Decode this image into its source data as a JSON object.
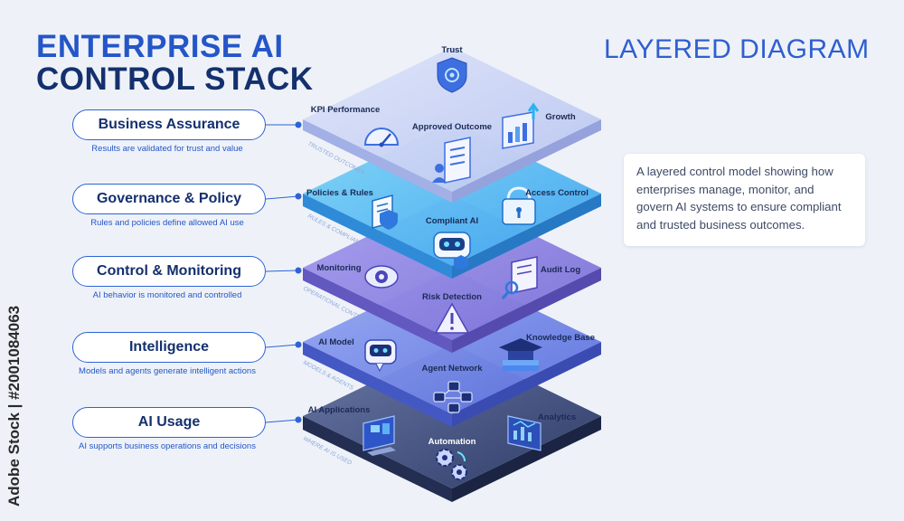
{
  "header": {
    "title_line1": "ENTERPRISE AI",
    "title_line2": "CONTROL STACK",
    "diagram_type": "LAYERED DIAGRAM"
  },
  "description": "A layered control model showing how enterprises manage, monitor, and govern AI systems to ensure compliant and trusted business outcomes.",
  "layers": [
    {
      "label": "Business Assurance",
      "sub": "Results are validated for trust and value",
      "side": "TRUSTED OUTCOMES"
    },
    {
      "label": "Governance & Policy",
      "sub": "Rules and policies define allowed AI use",
      "side": "RULES & COMPLIANCE"
    },
    {
      "label": "Control & Monitoring",
      "sub": "AI behavior is monitored and controlled",
      "side": "OPERATIONAL CONTROL"
    },
    {
      "label": "Intelligence",
      "sub": "Models and agents generate intelligent actions",
      "side": "MODELS & AGENTS"
    },
    {
      "label": "AI Usage",
      "sub": "AI supports business operations and decisions",
      "side": "WHERE AI IS USED"
    }
  ],
  "nodes": {
    "trust": "Trust",
    "kpi": "KPI Performance",
    "approved": "Approved Outcome",
    "growth": "Growth",
    "policies": "Policies & Rules",
    "access": "Access Control",
    "compliant": "Compliant AI",
    "monitoring": "Monitoring",
    "audit": "Audit Log",
    "risk": "Risk Detection",
    "model": "AI Model",
    "knowledge": "Knowledge Base",
    "agent": "Agent Network",
    "apps": "AI Applications",
    "analytics": "Analytics",
    "automation": "Automation"
  },
  "watermark": "Adobe Stock | #2001084063",
  "colors": {
    "accent": "#2456c8",
    "dark_navy": "#14306e",
    "layer_top": "#c9d3f5",
    "layer_governance": "#5cc8f4",
    "layer_control": "#8f86e4",
    "layer_intelligence": "#7f93ec",
    "layer_usage": "#4b5a88"
  },
  "icons": [
    "shield-icon",
    "gauge-icon",
    "chart-icon",
    "document-person-icon",
    "document-shield-icon",
    "padlock-icon",
    "robot-icon",
    "eye-icon",
    "magnifier-document-icon",
    "warning-icon",
    "ai-chip-icon",
    "graduation-cap-icon",
    "network-icon",
    "monitor-icon",
    "analytics-icon",
    "gears-icon"
  ]
}
